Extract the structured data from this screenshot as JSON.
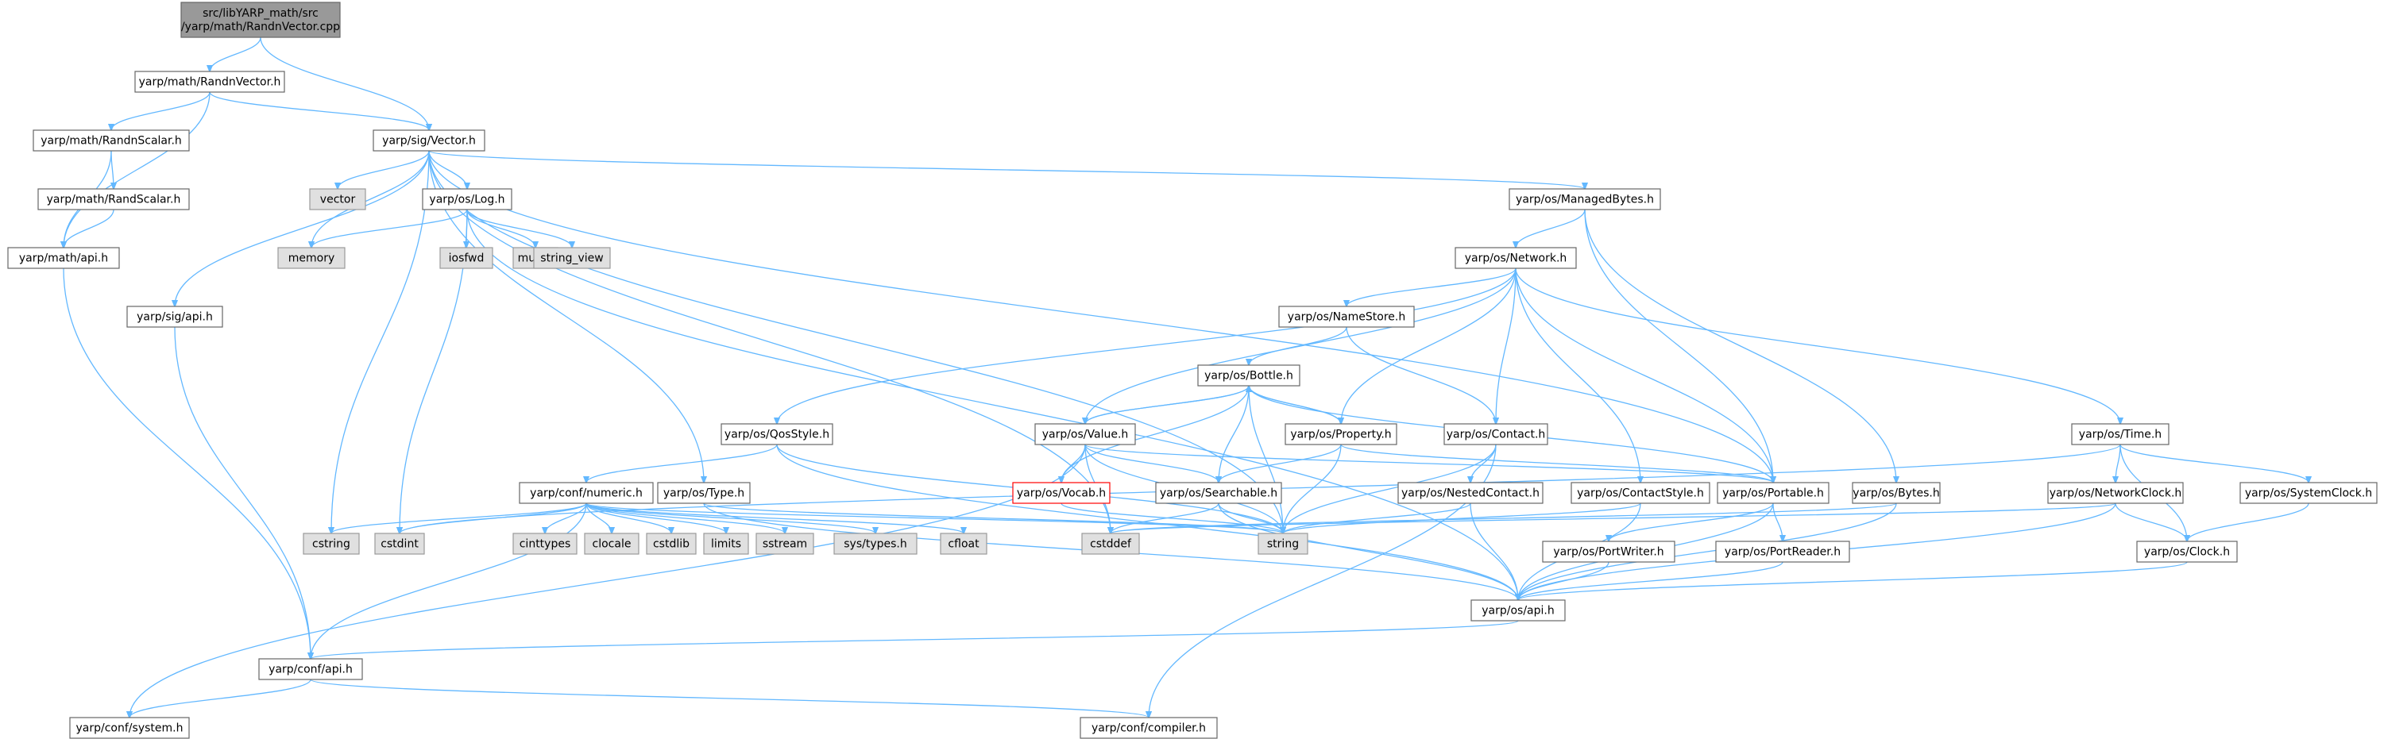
{
  "colors": {
    "root_fill": "#999999",
    "root_stroke": "#666666",
    "node_fill": "#ffffff",
    "node_stroke": "#666666",
    "system_fill": "#e0e0e0",
    "system_stroke": "#999999",
    "missing_stroke": "#ff0000",
    "edge": "#63b8ff"
  },
  "nodes": [
    {
      "id": "root",
      "lines": [
        "src/libYARP_math/src",
        "/yarp/math/RandnVector.cpp"
      ],
      "kind": "root"
    },
    {
      "id": "randnvector_h",
      "lines": [
        "yarp/math/RandnVector.h"
      ],
      "kind": "file"
    },
    {
      "id": "randnscalar_h",
      "lines": [
        "yarp/math/RandnScalar.h"
      ],
      "kind": "file"
    },
    {
      "id": "randscalar_h",
      "lines": [
        "yarp/math/RandScalar.h"
      ],
      "kind": "file"
    },
    {
      "id": "math_api",
      "lines": [
        "yarp/math/api.h"
      ],
      "kind": "file"
    },
    {
      "id": "sig_vector",
      "lines": [
        "yarp/sig/Vector.h"
      ],
      "kind": "file"
    },
    {
      "id": "vector",
      "lines": [
        "vector"
      ],
      "kind": "system"
    },
    {
      "id": "os_log",
      "lines": [
        "yarp/os/Log.h"
      ],
      "kind": "file"
    },
    {
      "id": "memory",
      "lines": [
        "memory"
      ],
      "kind": "system"
    },
    {
      "id": "iosfwd",
      "lines": [
        "iosfwd"
      ],
      "kind": "system"
    },
    {
      "id": "mutex",
      "lines": [
        "mutex"
      ],
      "kind": "system"
    },
    {
      "id": "string_view",
      "lines": [
        "string_view"
      ],
      "kind": "system"
    },
    {
      "id": "sig_api",
      "lines": [
        "yarp/sig/api.h"
      ],
      "kind": "file"
    },
    {
      "id": "managedbytes",
      "lines": [
        "yarp/os/ManagedBytes.h"
      ],
      "kind": "file"
    },
    {
      "id": "network",
      "lines": [
        "yarp/os/Network.h"
      ],
      "kind": "file"
    },
    {
      "id": "namestore",
      "lines": [
        "yarp/os/NameStore.h"
      ],
      "kind": "file"
    },
    {
      "id": "bottle",
      "lines": [
        "yarp/os/Bottle.h"
      ],
      "kind": "file"
    },
    {
      "id": "qosstyle",
      "lines": [
        "yarp/os/QosStyle.h"
      ],
      "kind": "file"
    },
    {
      "id": "value",
      "lines": [
        "yarp/os/Value.h"
      ],
      "kind": "file"
    },
    {
      "id": "property",
      "lines": [
        "yarp/os/Property.h"
      ],
      "kind": "file"
    },
    {
      "id": "contact",
      "lines": [
        "yarp/os/Contact.h"
      ],
      "kind": "file"
    },
    {
      "id": "time",
      "lines": [
        "yarp/os/Time.h"
      ],
      "kind": "file"
    },
    {
      "id": "numeric",
      "lines": [
        "yarp/conf/numeric.h"
      ],
      "kind": "file"
    },
    {
      "id": "type",
      "lines": [
        "yarp/os/Type.h"
      ],
      "kind": "file"
    },
    {
      "id": "vocab",
      "lines": [
        "yarp/os/Vocab.h"
      ],
      "kind": "missing"
    },
    {
      "id": "searchable",
      "lines": [
        "yarp/os/Searchable.h"
      ],
      "kind": "file"
    },
    {
      "id": "nestedcontact",
      "lines": [
        "yarp/os/NestedContact.h"
      ],
      "kind": "file"
    },
    {
      "id": "contactstyle",
      "lines": [
        "yarp/os/ContactStyle.h"
      ],
      "kind": "file"
    },
    {
      "id": "portable",
      "lines": [
        "yarp/os/Portable.h"
      ],
      "kind": "file"
    },
    {
      "id": "bytes",
      "lines": [
        "yarp/os/Bytes.h"
      ],
      "kind": "file"
    },
    {
      "id": "networkclock",
      "lines": [
        "yarp/os/NetworkClock.h"
      ],
      "kind": "file"
    },
    {
      "id": "systemclock",
      "lines": [
        "yarp/os/SystemClock.h"
      ],
      "kind": "file"
    },
    {
      "id": "cstring",
      "lines": [
        "cstring"
      ],
      "kind": "system"
    },
    {
      "id": "cstdint",
      "lines": [
        "cstdint"
      ],
      "kind": "system"
    },
    {
      "id": "cinttypes",
      "lines": [
        "cinttypes"
      ],
      "kind": "system"
    },
    {
      "id": "clocale",
      "lines": [
        "clocale"
      ],
      "kind": "system"
    },
    {
      "id": "cstdlib",
      "lines": [
        "cstdlib"
      ],
      "kind": "system"
    },
    {
      "id": "limits",
      "lines": [
        "limits"
      ],
      "kind": "system"
    },
    {
      "id": "sstream",
      "lines": [
        "sstream"
      ],
      "kind": "system"
    },
    {
      "id": "systypes",
      "lines": [
        "sys/types.h"
      ],
      "kind": "system"
    },
    {
      "id": "cfloat",
      "lines": [
        "cfloat"
      ],
      "kind": "system"
    },
    {
      "id": "cstddef",
      "lines": [
        "cstddef"
      ],
      "kind": "system"
    },
    {
      "id": "string",
      "lines": [
        "string"
      ],
      "kind": "system"
    },
    {
      "id": "portwriter",
      "lines": [
        "yarp/os/PortWriter.h"
      ],
      "kind": "file"
    },
    {
      "id": "portreader",
      "lines": [
        "yarp/os/PortReader.h"
      ],
      "kind": "file"
    },
    {
      "id": "clock",
      "lines": [
        "yarp/os/Clock.h"
      ],
      "kind": "file"
    },
    {
      "id": "os_api",
      "lines": [
        "yarp/os/api.h"
      ],
      "kind": "file"
    },
    {
      "id": "conf_api",
      "lines": [
        "yarp/conf/api.h"
      ],
      "kind": "file"
    },
    {
      "id": "conf_system",
      "lines": [
        "yarp/conf/system.h"
      ],
      "kind": "file"
    },
    {
      "id": "conf_compiler",
      "lines": [
        "yarp/conf/compiler.h"
      ],
      "kind": "file"
    }
  ],
  "edges": [
    [
      "root",
      "randnvector_h"
    ],
    [
      "root",
      "sig_vector"
    ],
    [
      "randnvector_h",
      "randnscalar_h"
    ],
    [
      "randnvector_h",
      "math_api"
    ],
    [
      "randnvector_h",
      "sig_vector"
    ],
    [
      "randnscalar_h",
      "randscalar_h"
    ],
    [
      "randnscalar_h",
      "math_api"
    ],
    [
      "randscalar_h",
      "math_api"
    ],
    [
      "math_api",
      "conf_api"
    ],
    [
      "sig_vector",
      "sig_api"
    ],
    [
      "sig_vector",
      "cstring"
    ],
    [
      "sig_vector",
      "vector"
    ],
    [
      "sig_vector",
      "memory"
    ],
    [
      "sig_vector",
      "os_log"
    ],
    [
      "sig_vector",
      "type"
    ],
    [
      "sig_vector",
      "cstddef"
    ],
    [
      "sig_vector",
      "string"
    ],
    [
      "sig_vector",
      "managedbytes"
    ],
    [
      "sig_vector",
      "portable"
    ],
    [
      "os_log",
      "memory"
    ],
    [
      "os_log",
      "iosfwd"
    ],
    [
      "os_log",
      "mutex"
    ],
    [
      "os_log",
      "string_view"
    ],
    [
      "os_log",
      "cstdint"
    ],
    [
      "os_log",
      "os_api"
    ],
    [
      "sig_api",
      "conf_api"
    ],
    [
      "managedbytes",
      "network"
    ],
    [
      "managedbytes",
      "portable"
    ],
    [
      "managedbytes",
      "bytes"
    ],
    [
      "network",
      "qosstyle"
    ],
    [
      "network",
      "namestore"
    ],
    [
      "network",
      "value"
    ],
    [
      "network",
      "property"
    ],
    [
      "network",
      "contact"
    ],
    [
      "network",
      "contactstyle"
    ],
    [
      "network",
      "portable"
    ],
    [
      "network",
      "time"
    ],
    [
      "namestore",
      "bottle"
    ],
    [
      "namestore",
      "contact"
    ],
    [
      "bottle",
      "value"
    ],
    [
      "bottle",
      "property"
    ],
    [
      "bottle",
      "vocab"
    ],
    [
      "bottle",
      "searchable"
    ],
    [
      "bottle",
      "portable"
    ],
    [
      "bottle",
      "string"
    ],
    [
      "qosstyle",
      "numeric"
    ],
    [
      "qosstyle",
      "string"
    ],
    [
      "qosstyle",
      "os_api"
    ],
    [
      "value",
      "bottle"
    ],
    [
      "value",
      "vocab"
    ],
    [
      "value",
      "searchable"
    ],
    [
      "value",
      "portable"
    ],
    [
      "value",
      "cstddef"
    ],
    [
      "value",
      "string"
    ],
    [
      "value",
      "conf_system"
    ],
    [
      "property",
      "bottle"
    ],
    [
      "property",
      "searchable"
    ],
    [
      "property",
      "portable"
    ],
    [
      "property",
      "string"
    ],
    [
      "contact",
      "nestedcontact"
    ],
    [
      "contact",
      "string"
    ],
    [
      "contact",
      "conf_compiler"
    ],
    [
      "time",
      "networkclock"
    ],
    [
      "time",
      "systemclock"
    ],
    [
      "time",
      "clock"
    ],
    [
      "time",
      "cstdint"
    ],
    [
      "numeric",
      "cstring"
    ],
    [
      "numeric",
      "cstdint"
    ],
    [
      "numeric",
      "cinttypes"
    ],
    [
      "numeric",
      "clocale"
    ],
    [
      "numeric",
      "cstdlib"
    ],
    [
      "numeric",
      "limits"
    ],
    [
      "numeric",
      "sstream"
    ],
    [
      "numeric",
      "systypes"
    ],
    [
      "numeric",
      "cfloat"
    ],
    [
      "numeric",
      "string"
    ],
    [
      "numeric",
      "conf_api"
    ],
    [
      "type",
      "string"
    ],
    [
      "type",
      "os_api"
    ],
    [
      "vocab",
      "string"
    ],
    [
      "searchable",
      "cstddef"
    ],
    [
      "searchable",
      "string"
    ],
    [
      "searchable",
      "os_api"
    ],
    [
      "nestedcontact",
      "string"
    ],
    [
      "nestedcontact",
      "os_api"
    ],
    [
      "contactstyle",
      "string"
    ],
    [
      "contactstyle",
      "os_api"
    ],
    [
      "portable",
      "portwriter"
    ],
    [
      "portable",
      "portreader"
    ],
    [
      "portable",
      "os_api"
    ],
    [
      "bytes",
      "cstddef"
    ],
    [
      "bytes",
      "os_api"
    ],
    [
      "networkclock",
      "clock"
    ],
    [
      "networkclock",
      "os_api"
    ],
    [
      "networkclock",
      "cstddef"
    ],
    [
      "systemclock",
      "clock"
    ],
    [
      "portwriter",
      "os_api"
    ],
    [
      "portreader",
      "os_api"
    ],
    [
      "clock",
      "os_api"
    ],
    [
      "os_api",
      "conf_api"
    ],
    [
      "conf_api",
      "conf_system"
    ],
    [
      "conf_api",
      "conf_compiler"
    ]
  ]
}
